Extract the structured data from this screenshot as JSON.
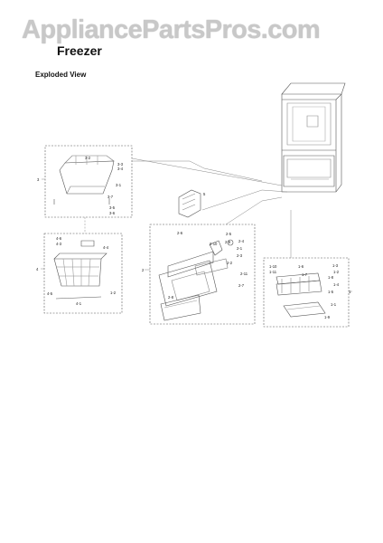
{
  "watermark": "AppliancePartsPros.com",
  "title": "Freezer",
  "subtitle": "Exploded View",
  "callouts": {
    "group1": "1",
    "group2": "2",
    "group3": "3",
    "group4": "4",
    "part5": "5",
    "c3_2": "3-2",
    "c3_3": "3-3",
    "c3_4": "3-4",
    "c3_1": "3-1",
    "c3_7": "3-7",
    "c3_5": "3-5",
    "c3_6": "3-6",
    "c4_6": "4-6",
    "c4_3": "4-3",
    "c4_4": "4-4",
    "c1_2": "1-2",
    "c4_5": "4-5",
    "c4_1": "4-1",
    "c2_6": "2-6",
    "c2_5": "2-5",
    "c2_10": "2-10",
    "c2_9": "2-9",
    "c2_4": "2-4",
    "c2_1": "2-1",
    "c2_3": "2-3",
    "c2_2": "2-2",
    "c2_11": "2-11",
    "c2_7": "2-7",
    "c2_8": "2-8",
    "c1_10": "1-10",
    "c1_11": "1-11",
    "c1_6": "1-6",
    "c1_3": "1-3",
    "c1_2b": "1-2",
    "c1_7": "1-7",
    "c1_8": "1-8",
    "c1_4": "1-4",
    "c1_5": "1-5",
    "c1_1": "1-1",
    "c1_9": "1-9"
  }
}
